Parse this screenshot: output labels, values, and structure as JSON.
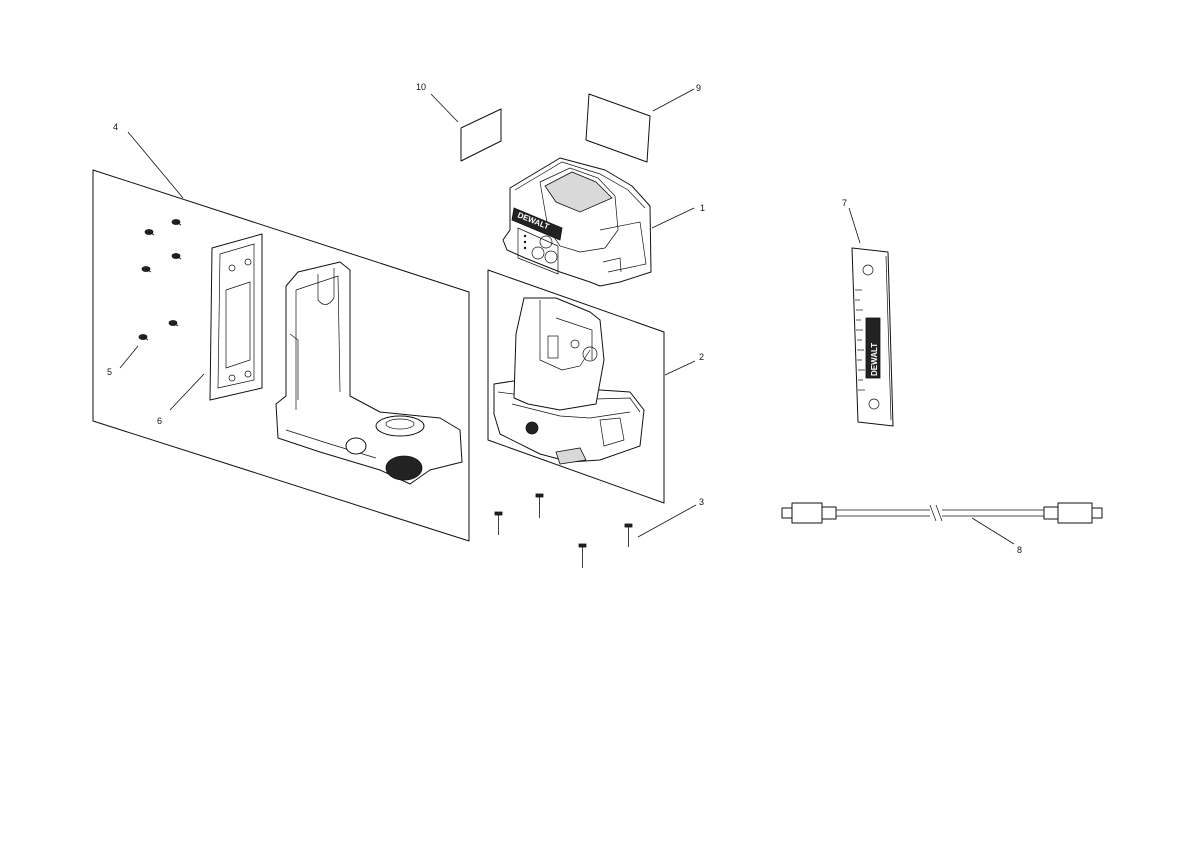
{
  "callouts": {
    "c1": "1",
    "c2": "2",
    "c3": "3",
    "c4": "4",
    "c5": "5",
    "c6": "6",
    "c7": "7",
    "c8": "8",
    "c9": "9",
    "c10": "10"
  },
  "brand": {
    "laser_logo": "DEWALT",
    "card_logo": "DEWALT"
  },
  "icons": [
    "laser-level-icon",
    "chassis-icon",
    "screw-icon",
    "wall-bracket-icon",
    "magnet-plate-icon",
    "target-card-icon",
    "usb-cable-icon",
    "label-icon"
  ]
}
